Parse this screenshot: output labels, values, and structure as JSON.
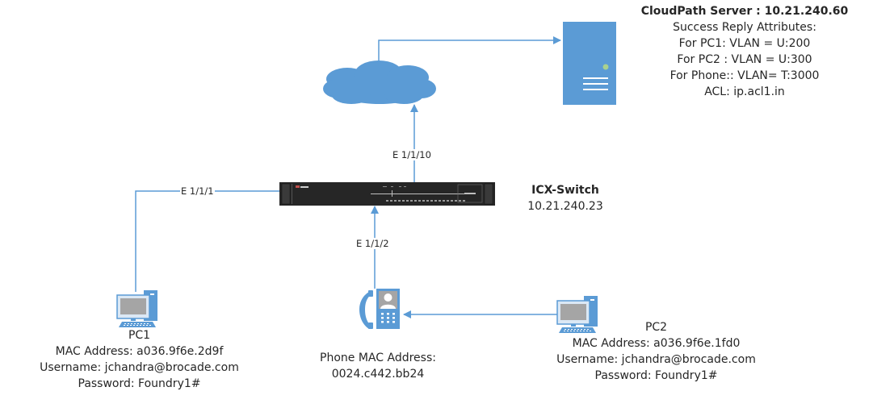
{
  "colors": {
    "link": "#5b9bd5",
    "icon_blue": "#5b9bd5",
    "monitor_screen": "#a5a5a5",
    "server_led": "#a9d18e",
    "switch_body": "#262626",
    "text": "#262626"
  },
  "server": {
    "icon": "server-icon",
    "title": "CloudPath Server : 10.21.240.60",
    "lines": [
      "Success Reply Attributes:",
      "For PC1: VLAN = U:200",
      "For PC2 : VLAN = U:300",
      "For Phone:: VLAN= T:3000",
      "ACL: ip.acl1.in"
    ]
  },
  "cloud": {
    "icon": "cloud-icon"
  },
  "switch": {
    "icon": "switch-icon",
    "name": "ICX-Switch",
    "ip": "10.21.240.23"
  },
  "links": {
    "uplink": "E 1/1/10",
    "pc1": "E 1/1/1",
    "phone": "E 1/1/2"
  },
  "pc1": {
    "icon": "desktop-computer-icon",
    "name": "PC1",
    "mac": "MAC Address: a036.9f6e.2d9f",
    "username": "Username: jchandra@brocade.com",
    "password": "Password: Foundry1#"
  },
  "phone": {
    "icon": "ip-phone-icon",
    "label": "Phone MAC Address:",
    "mac": "0024.c442.bb24"
  },
  "pc2": {
    "icon": "desktop-computer-icon",
    "name": "PC2",
    "mac": "MAC Address: a036.9f6e.1fd0",
    "username": "Username: jchandra@brocade.com",
    "password": "Password: Foundry1#"
  }
}
